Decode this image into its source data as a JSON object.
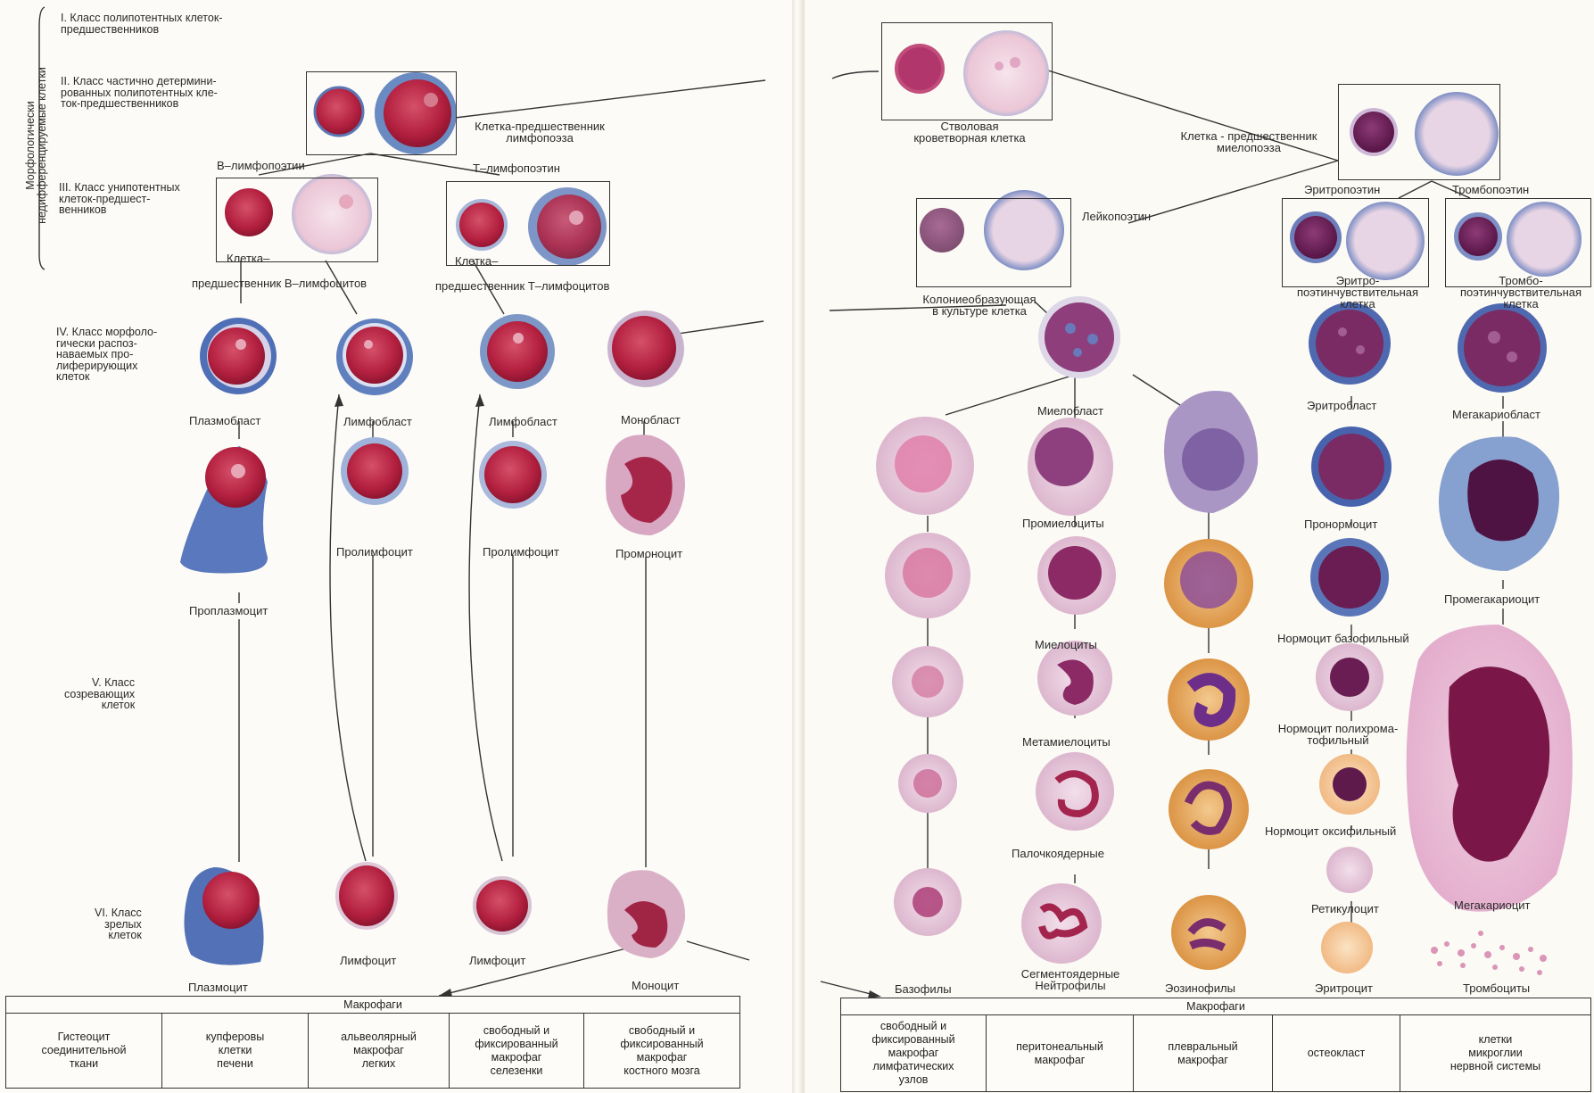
{
  "left": {
    "side_label": "Морфологически\nнедифференцируемые клетки",
    "class1": "I. Класс полипотентных клеток-\nпредшественников",
    "class2": "II. Класс частично детермини-\nрованных полипотентных кле-\nток-предшественников",
    "class3": "III. Класс унипотентных\nклеток-предшест-\nвенников",
    "class4": "IV. Класс морфоло-\nгически распоз-\nнаваемых про-\nлиферирующих\nклеток",
    "class5": "V. Класс\nсозревающих\nклеток",
    "class6": "VI. Класс\nзрелых\nклеток",
    "lympho_precursor": "Клетка-предшественник\nлимфопоэза",
    "b_lympho": "В–лимфопоэтии",
    "t_lympho": "Т–лимфопоэтин",
    "cell_b_1": "Клетка–",
    "cell_b_2": "предшественник В–лимфоцитов",
    "cell_t_1": "Клетка–",
    "cell_t_2": "предшественник Т–лимфоцитов",
    "plasmoblast": "Плазмобласт",
    "lymphoblast_b": "Лимфобласт",
    "lymphoblast_t": "Лимфобласт",
    "monoblast": "Монобласт",
    "prolymph_b": "Пролимфоцит",
    "prolymph_t": "Пролимфоцит",
    "promonocyte": "Промоноцит",
    "proplasmocyte": "Проплазмоцит",
    "plasmocyte": "Плазмоцит",
    "lymphocyte_b": "Лимфоцит",
    "lymphocyte_t": "Лимфоцит",
    "monocyte": "Моноцит",
    "table": {
      "header": "Макрофаги",
      "cells": [
        "Гистеоцит\nсоединительной\nткани",
        "купферовы\nклетки\nпечени",
        "альвеолярный\nмакрофаг\nлегких",
        "свободный и\nфиксированный\nмакрофаг\nселезенки",
        "свободный и\nфиксированный\nмакрофаг\nкостного мозга"
      ]
    }
  },
  "right": {
    "stem": "Стволовая\nкроветворная клетка",
    "myelo_precursor": "Клетка - предшественник\nмиелопоэза",
    "erythropoietin": "Эритропоэтин",
    "thrombopoietin": "Тромбопоэтин",
    "leukopoietin": "Лейкопоэтин",
    "colony": "Колониеобразующая\nв культуре клетка",
    "erythro_sensitive": "Эритро-\nпоэтинчувствительная\nклетка",
    "thrombo_sensitive": "Тромбо-\nпоэтинчувствительная\nклетка",
    "myeloblast": "Миелобласт",
    "erythroblast": "Эритробласт",
    "megakaryoblast": "Мегакариобласт",
    "promyelocytes": "Промиелоциты",
    "pronormocyte": "Пронормоцит",
    "promegakaryocyte": "Промегакариоцит",
    "myelocytes": "Миелоциты",
    "normocyte_baso": "Нормоцит базофильный",
    "metamyelocytes": "Метамиелоциты",
    "normocyte_poly": "Нормоцит полихрома-\nтофильный",
    "normocyte_oxy": "Нормоцит оксифильный",
    "band": "Палочкоядерные",
    "reticulocyte": "Ретикулоцит",
    "megakaryocyte": "Мегакариоцит",
    "basophils": "Базофилы",
    "neutrophils": "Сегментоядерные\nНейтрофилы",
    "eosinophils": "Эозинофилы",
    "erythrocyte": "Эритроцит",
    "thrombocytes": "Тромбоциты",
    "table": {
      "header": "Макрофаги",
      "cells": [
        "свободный и\nфиксированный\nмакрофаг\nлимфатических\nузлов",
        "перитонеальный\nмакрофаг",
        "плевральный\nмакрофаг",
        "остеокласт",
        "клетки\nмикроглии\nнервной системы"
      ]
    }
  },
  "colors": {
    "nucleus_red": "#b3203f",
    "cytoplasm_blue": "#6a8ac2",
    "nucleus_purple": "#6b1f55",
    "pale_pink": "#efc8d8",
    "eosin_orange": "#e8a040"
  }
}
